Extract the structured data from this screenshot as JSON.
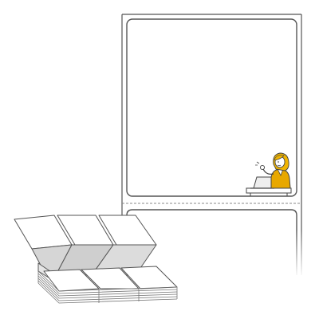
{
  "figure": {
    "label_sheet": {
      "kind": "fanfold continuous label",
      "labels_visible": 2,
      "label_shape": "rounded-rectangle"
    },
    "fanfold_stack": {
      "labels_per_row": 3
    },
    "mascot": {
      "icon": "operator-with-laptop-icon"
    },
    "colors": {
      "outline": "#555555",
      "perforation": "#888888",
      "fold_shadow": "#d6d6d6",
      "mascot_hair": "#f0b400",
      "mascot_jacket": "#e8a800"
    }
  }
}
